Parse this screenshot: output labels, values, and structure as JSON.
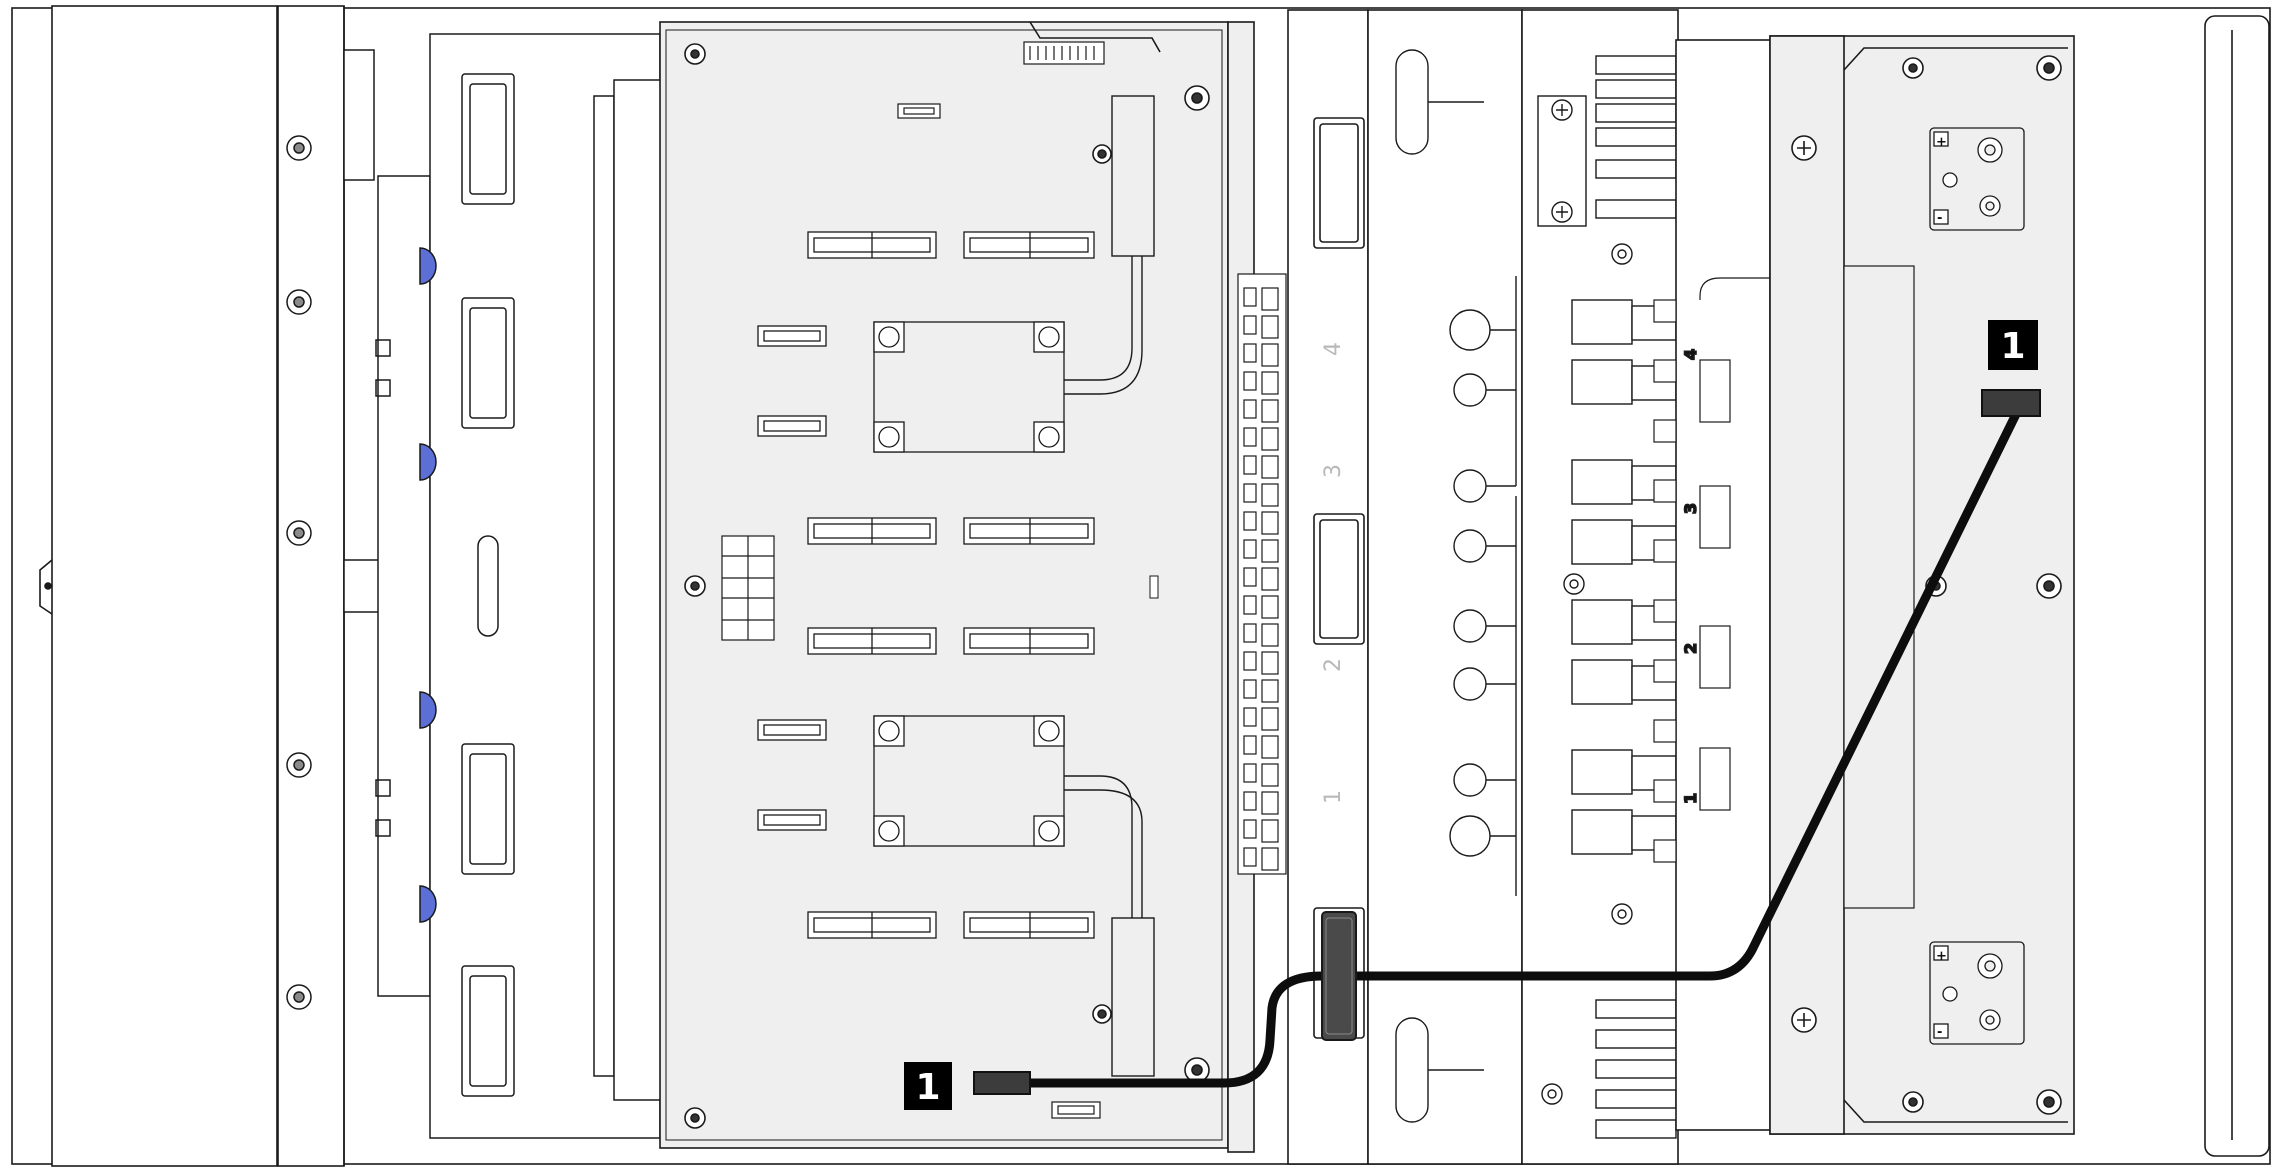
{
  "diagram": {
    "callouts": [
      {
        "id": "callout-board-end",
        "label": "1"
      },
      {
        "id": "callout-psu-end",
        "label": "1"
      }
    ],
    "slot_numbers_vertical": [
      "4",
      "3",
      "2",
      "1"
    ],
    "slot_numbers_connector": [
      "4",
      "3",
      "2",
      "1"
    ],
    "psu_polarity": {
      "plus": "+",
      "minus": "-"
    },
    "colors": {
      "line": "#1a1a1a",
      "panel_fill": "#efefef",
      "chassis_fill": "#ffffff",
      "cable": "#0d0d0d",
      "connector": "#3c3c3c",
      "fan_clip_blue": "#5b6fd6",
      "callout_bg": "#000000",
      "callout_text": "#ffffff"
    }
  }
}
